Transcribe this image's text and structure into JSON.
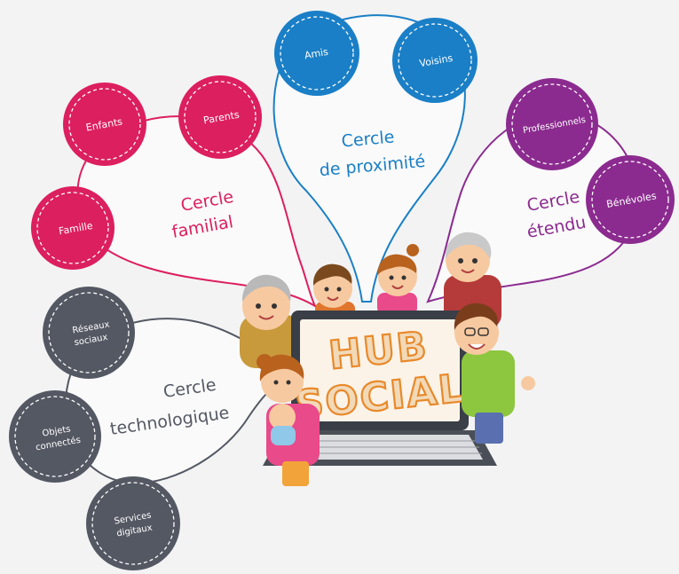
{
  "colors": {
    "family": "#dc1f5e",
    "proximity": "#1a7fc6",
    "extended": "#8b2b8f",
    "tech": "#545863",
    "background": "#f3f3f4",
    "hub_text": "#e8892a"
  },
  "hub": {
    "line1": "HUB",
    "line2": "SOCIAL"
  },
  "circles": {
    "familial": {
      "title_line1": "Cercle",
      "title_line2": "familial",
      "items": [
        "Enfants",
        "Parents",
        "Famille"
      ]
    },
    "proximite": {
      "title_line1": "Cercle",
      "title_line2": "de proximité",
      "items": [
        "Amis",
        "Voisins"
      ]
    },
    "etendu": {
      "title_line1": "Cercle",
      "title_line2": "étendu",
      "items": [
        "Professionnels",
        "Bénévoles"
      ]
    },
    "technologique": {
      "title_line1": "Cercle",
      "title_line2": "technologique",
      "items": [
        {
          "line1": "Réseaux",
          "line2": "sociaux"
        },
        {
          "line1": "Objets",
          "line2": "connectés"
        },
        {
          "line1": "Services",
          "line2": "digitaux"
        }
      ]
    }
  },
  "illustration": "family-around-laptop"
}
